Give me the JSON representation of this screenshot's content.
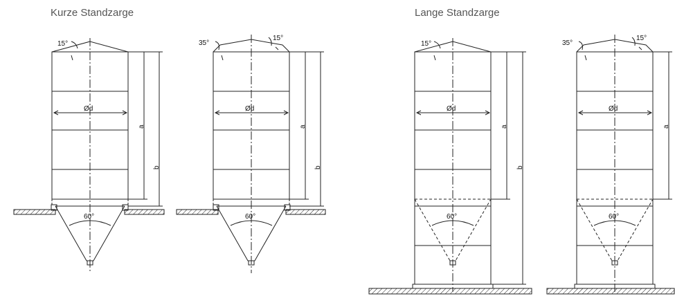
{
  "sections": {
    "short": {
      "title": "Kurze Standzarge"
    },
    "long": {
      "title": "Lange Standzarge"
    }
  },
  "labels": {
    "angle_roof_15": "15°",
    "angle_roof_35": "35°",
    "angle_cone": "60°",
    "diameter": "Ød",
    "dim_a": "a",
    "dim_b": "b"
  },
  "colors": {
    "line": "#222222",
    "title": "#555555"
  }
}
